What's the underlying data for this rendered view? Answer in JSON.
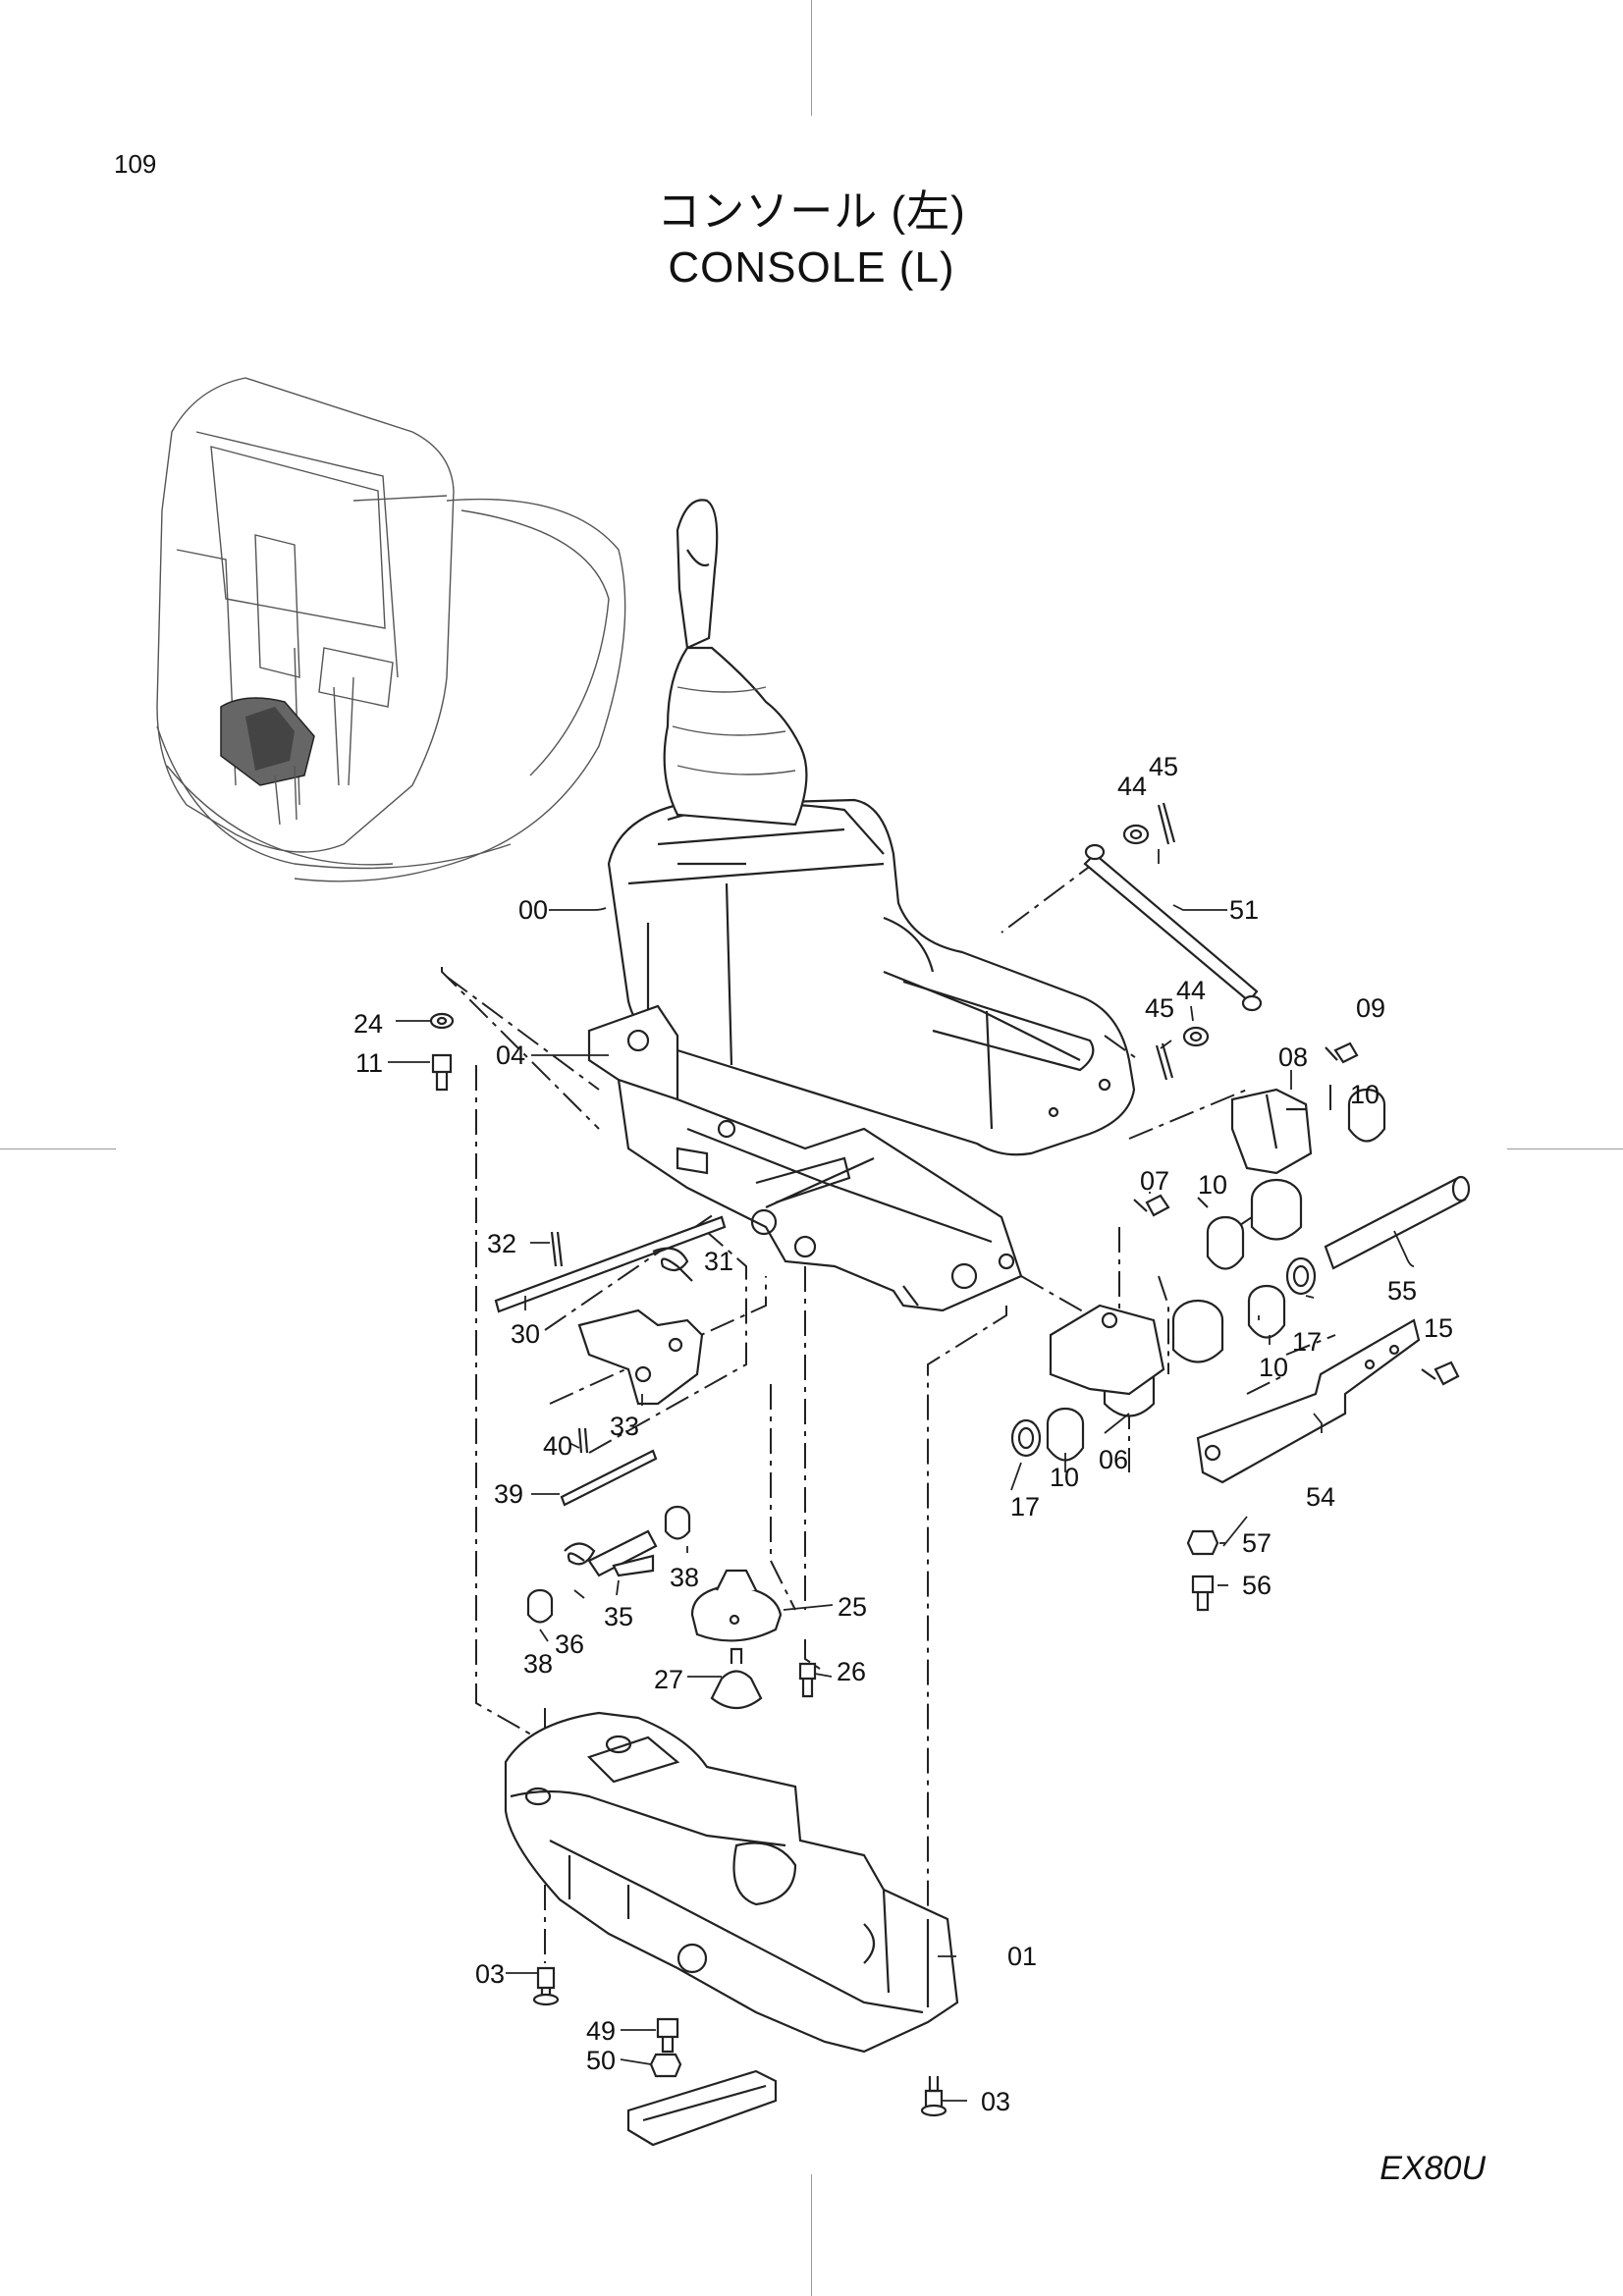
{
  "page": {
    "number": "109",
    "title_jp": "コンソール (左)",
    "title_en": "CONSOLE (L)",
    "model": "EX80U"
  },
  "parts": [
    {
      "id": "00",
      "label": "00"
    },
    {
      "id": "01",
      "label": "01"
    },
    {
      "id": "03a",
      "label": "03"
    },
    {
      "id": "03b",
      "label": "03"
    },
    {
      "id": "04",
      "label": "04"
    },
    {
      "id": "06",
      "label": "06"
    },
    {
      "id": "07",
      "label": "07"
    },
    {
      "id": "08",
      "label": "08"
    },
    {
      "id": "09",
      "label": "09"
    },
    {
      "id": "10a",
      "label": "10"
    },
    {
      "id": "10b",
      "label": "10"
    },
    {
      "id": "10c",
      "label": "10"
    },
    {
      "id": "10d",
      "label": "10"
    },
    {
      "id": "11",
      "label": "11"
    },
    {
      "id": "15",
      "label": "15"
    },
    {
      "id": "17a",
      "label": "17"
    },
    {
      "id": "17b",
      "label": "17"
    },
    {
      "id": "24",
      "label": "24"
    },
    {
      "id": "25",
      "label": "25"
    },
    {
      "id": "26",
      "label": "26"
    },
    {
      "id": "27",
      "label": "27"
    },
    {
      "id": "30",
      "label": "30"
    },
    {
      "id": "31",
      "label": "31"
    },
    {
      "id": "32",
      "label": "32"
    },
    {
      "id": "33",
      "label": "33"
    },
    {
      "id": "35",
      "label": "35"
    },
    {
      "id": "36",
      "label": "36"
    },
    {
      "id": "38a",
      "label": "38"
    },
    {
      "id": "38b",
      "label": "38"
    },
    {
      "id": "39",
      "label": "39"
    },
    {
      "id": "40",
      "label": "40"
    },
    {
      "id": "44a",
      "label": "44"
    },
    {
      "id": "44b",
      "label": "44"
    },
    {
      "id": "45a",
      "label": "45"
    },
    {
      "id": "45b",
      "label": "45"
    },
    {
      "id": "49",
      "label": "49"
    },
    {
      "id": "50",
      "label": "50"
    },
    {
      "id": "51",
      "label": "51"
    },
    {
      "id": "54",
      "label": "54"
    },
    {
      "id": "55",
      "label": "55"
    },
    {
      "id": "56",
      "label": "56"
    },
    {
      "id": "57",
      "label": "57"
    }
  ]
}
